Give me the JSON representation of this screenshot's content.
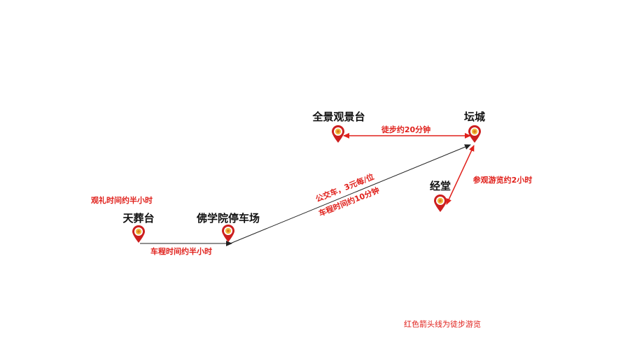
{
  "places": {
    "tianzangtai": "天葬台",
    "parking": "佛学院停车场",
    "viewpoint": "全景观景台",
    "tancheng": "坛城",
    "jingtang": "经堂"
  },
  "notes": {
    "ceremony_time": "观礼时间约半小时",
    "drive_half_hour": "车程时间约半小时",
    "bus_fare": "公交车，3元每/位",
    "bus_drive_time": "车程时间约10分钟",
    "walk_20min": "徒步约20分钟",
    "visit_2h": "参观游览约2小时"
  },
  "legend": {
    "red_arrow": "红色箭头线为徒步游览"
  },
  "colors": {
    "pin": "#cc1f1f",
    "pin_inner": "#f0c040",
    "walk_route": "#e0201b",
    "drive_route": "#222222",
    "label": "#111111"
  }
}
